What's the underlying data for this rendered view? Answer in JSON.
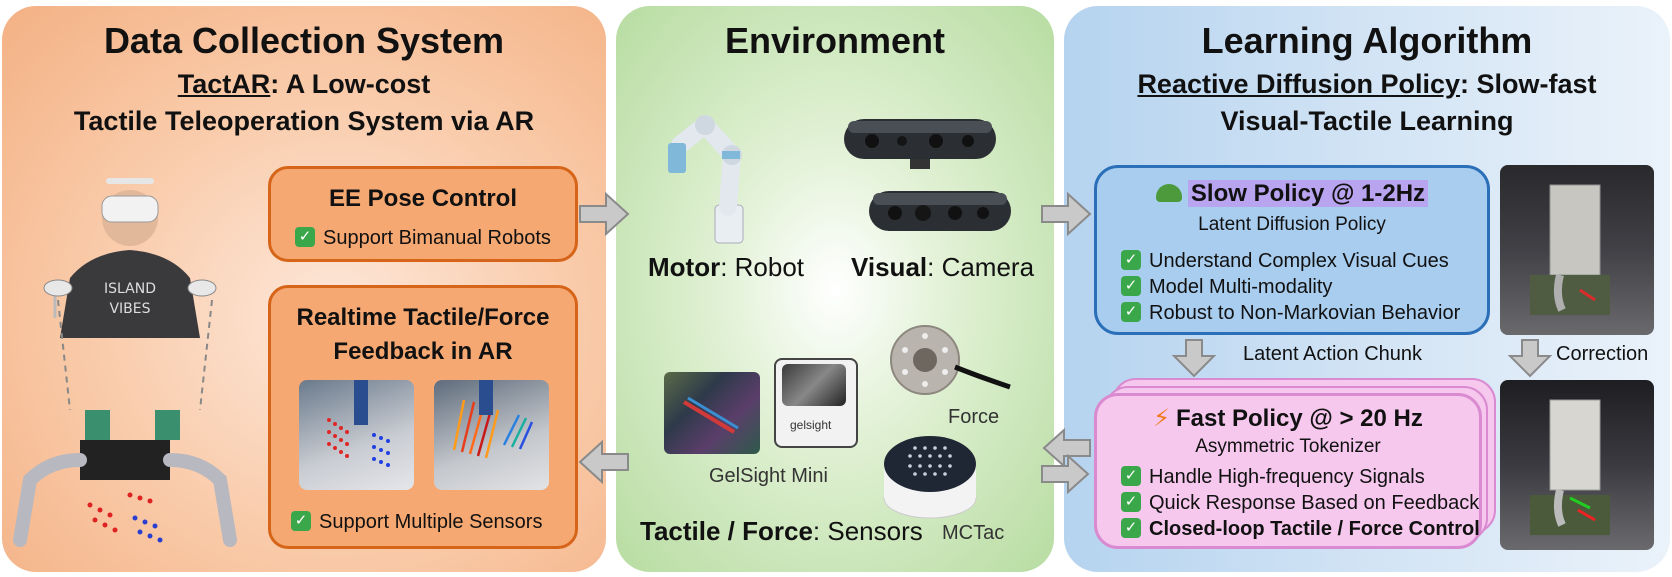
{
  "left": {
    "title": "Data Collection System",
    "subtitle_link": "TactAR",
    "subtitle_rest": ": A Low-cost",
    "subtitle_line2": "Tactile Teleoperation System via AR",
    "box1": {
      "title": "EE Pose Control",
      "items": [
        "Support Bimanual Robots"
      ]
    },
    "box2": {
      "title_line1": "Realtime Tactile/Force",
      "title_line2": "Feedback in AR",
      "items": [
        "Support Multiple Sensors"
      ]
    },
    "hat_text": [
      "ISLAND",
      "VIBES"
    ]
  },
  "middle": {
    "title": "Environment",
    "motor_bold": "Motor",
    "motor_rest": ": Robot",
    "visual_bold": "Visual",
    "visual_rest": ": Camera",
    "force_label": "Force",
    "gelsight_label": "GelSight Mini",
    "mctac_label": "MCTac",
    "gelsight_logo": "gelsight",
    "tactile_bold": "Tactile / Force",
    "tactile_rest": ": Sensors"
  },
  "right": {
    "title": "Learning Algorithm",
    "subtitle_link": "Reactive Diffusion Policy",
    "subtitle_rest": ": Slow-fast",
    "subtitle_line2": "Visual-Tactile Learning",
    "slow": {
      "icon": "turtle-icon",
      "title": "Slow Policy @ 1-2Hz",
      "subtitle": "Latent Diffusion Policy",
      "items": [
        "Understand Complex Visual Cues",
        "Model Multi-modality",
        "Robust to Non-Markovian Behavior"
      ]
    },
    "latent_label": "Latent Action Chunk",
    "correction_label": "Correction",
    "fast": {
      "icon": "lightning-icon",
      "title": "Fast Policy @ > 20 Hz",
      "subtitle": "Asymmetric Tokenizer",
      "items": [
        "Handle High-frequency Signals",
        "Quick Response Based on Feedback",
        "Closed-loop Tactile / Force Control"
      ]
    }
  },
  "colors": {
    "orange_box": "#f5a872",
    "orange_border": "#d6651a",
    "blue_box": "#a9cdef",
    "blue_border": "#2a6fb8",
    "pink_box": "#f7c8ee",
    "pink_border": "#d98ad0",
    "check_green": "#3aa84a"
  }
}
